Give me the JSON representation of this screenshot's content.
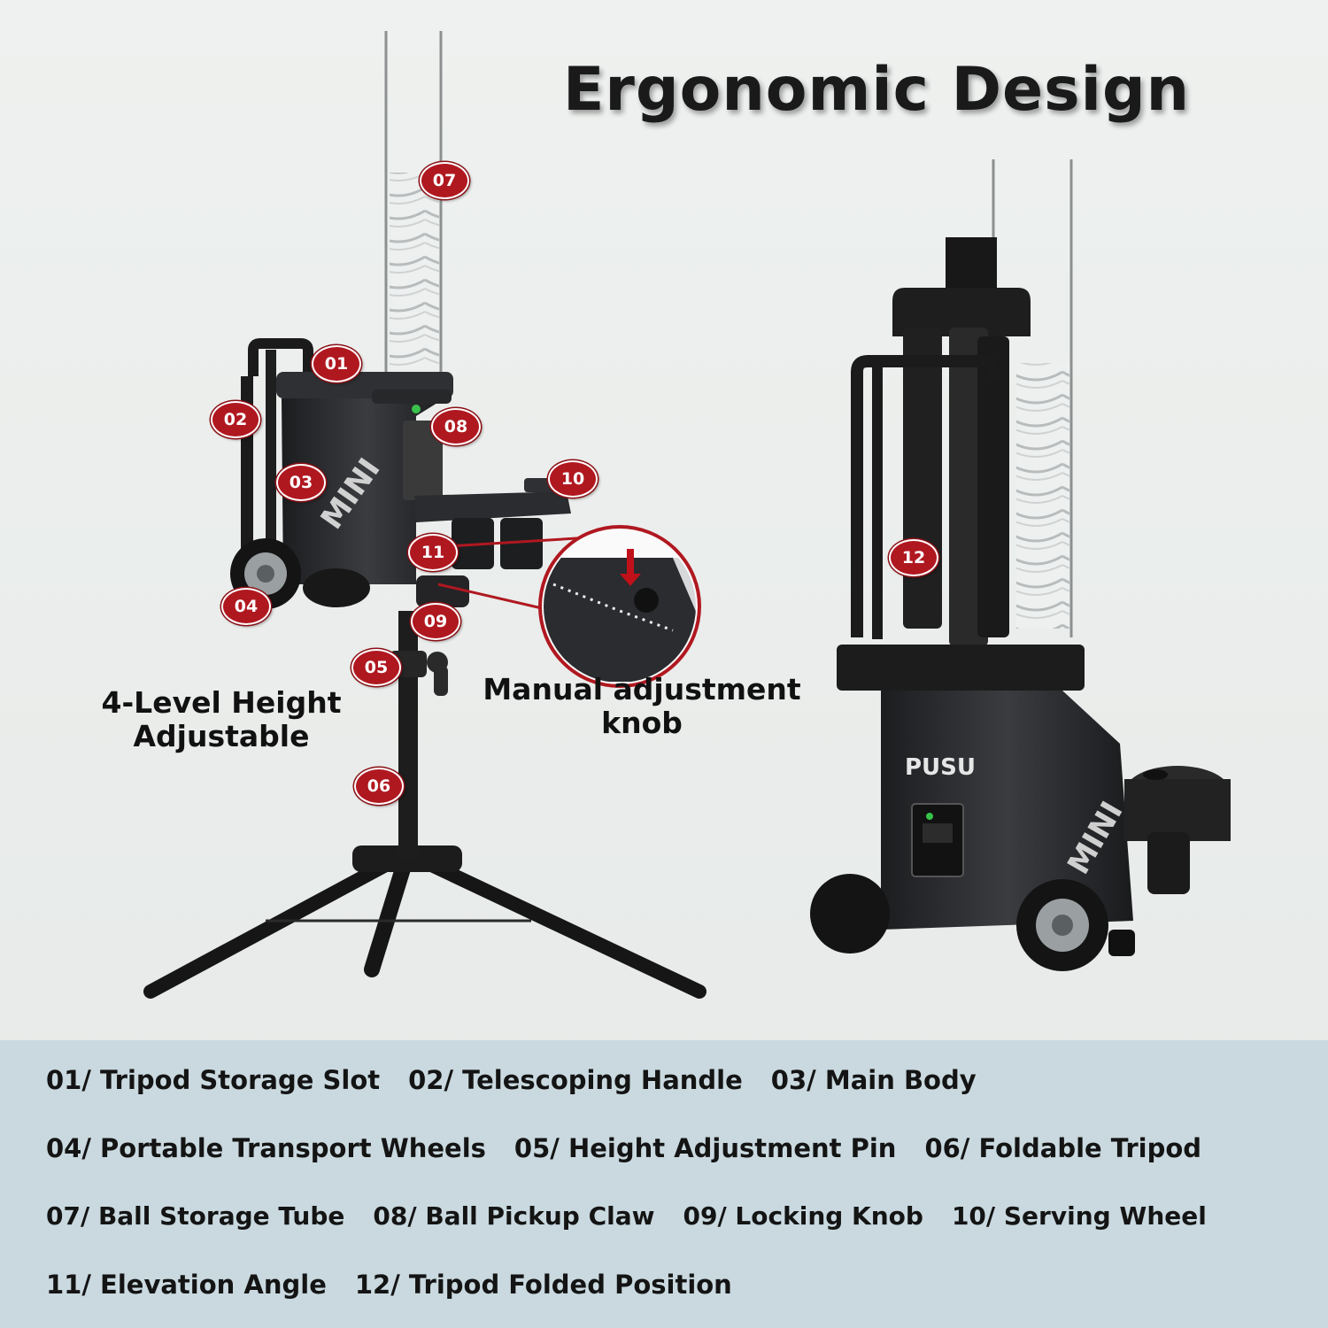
{
  "title": "Ergonomic Design",
  "callouts": {
    "height_adjustable": [
      "4-Level Height",
      "Adjustable"
    ],
    "manual_knob": [
      "Manual adjustment",
      "knob"
    ]
  },
  "product_marks": {
    "body_logo": "MINI",
    "brand": "PUSU"
  },
  "badges": [
    "01",
    "02",
    "03",
    "04",
    "05",
    "06",
    "07",
    "08",
    "09",
    "10",
    "11",
    "12"
  ],
  "legend": [
    [
      "01/ Tripod Storage Slot",
      "02/ Telescoping Handle",
      "03/ Main Body"
    ],
    [
      "04/ Portable Transport Wheels",
      "05/ Height Adjustment Pin",
      "06/ Foldable Tripod"
    ],
    [
      "07/ Ball Storage Tube",
      "08/ Ball Pickup Claw",
      "09/ Locking Knob",
      "10/ Serving Wheel"
    ],
    [
      "11/ Elevation Angle",
      "12/ Tripod Folded Position"
    ]
  ],
  "colors": {
    "badge": "#b01820",
    "legend_band": "#c9d9df",
    "machine_body": "#2b2d30"
  }
}
